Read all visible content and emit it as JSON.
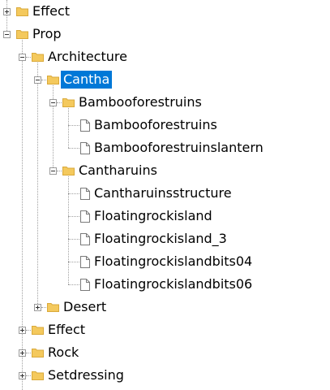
{
  "colors": {
    "selection": "#0078d7",
    "folder": "#f4c95d",
    "tree_line": "#a0a0a0"
  },
  "tree": {
    "items": [
      {
        "label": "Effect",
        "kind": "folder",
        "expander": "plus",
        "selected": false
      },
      {
        "label": "Prop",
        "kind": "folder",
        "expander": "minus",
        "selected": false
      },
      {
        "label": "Architecture",
        "kind": "folder",
        "expander": "minus",
        "selected": false
      },
      {
        "label": "Cantha",
        "kind": "folder",
        "expander": "minus",
        "selected": true
      },
      {
        "label": "Bambooforestruins",
        "kind": "folder",
        "expander": "minus",
        "selected": false
      },
      {
        "label": "Bambooforestruins",
        "kind": "file",
        "selected": false
      },
      {
        "label": "Bambooforestruinslantern",
        "kind": "file",
        "selected": false
      },
      {
        "label": "Cantharuins",
        "kind": "folder",
        "expander": "minus",
        "selected": false
      },
      {
        "label": "Cantharuinsstructure",
        "kind": "file",
        "selected": false
      },
      {
        "label": "Floatingrockisland",
        "kind": "file",
        "selected": false
      },
      {
        "label": "Floatingrockisland_3",
        "kind": "file",
        "selected": false
      },
      {
        "label": "Floatingrockislandbits04",
        "kind": "file",
        "selected": false
      },
      {
        "label": "Floatingrockislandbits06",
        "kind": "file",
        "selected": false
      },
      {
        "label": "Desert",
        "kind": "folder",
        "expander": "plus",
        "selected": false
      },
      {
        "label": "Effect",
        "kind": "folder",
        "expander": "plus",
        "selected": false
      },
      {
        "label": "Rock",
        "kind": "folder",
        "expander": "plus",
        "selected": false
      },
      {
        "label": "Setdressing",
        "kind": "folder",
        "expander": "plus",
        "selected": false
      }
    ]
  }
}
